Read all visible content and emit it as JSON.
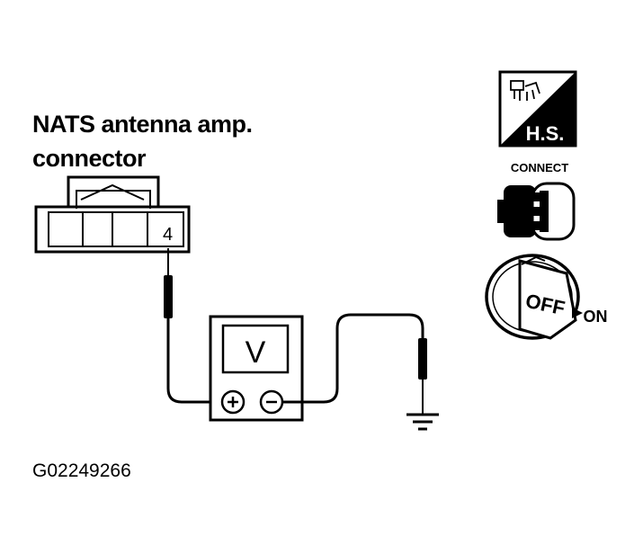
{
  "title": {
    "line1": "NATS antenna amp.",
    "line2": "connector"
  },
  "connector": {
    "terminal": "4"
  },
  "meter": {
    "symbol": "V",
    "positive": "+",
    "negative": "−"
  },
  "icons": {
    "hs_label": "H.S.",
    "connect_label": "CONNECT",
    "ignition_off": "OFF",
    "ignition_on": "ON"
  },
  "figure_code": "G02249266",
  "colors": {
    "ink": "#000000",
    "paper": "#ffffff"
  }
}
